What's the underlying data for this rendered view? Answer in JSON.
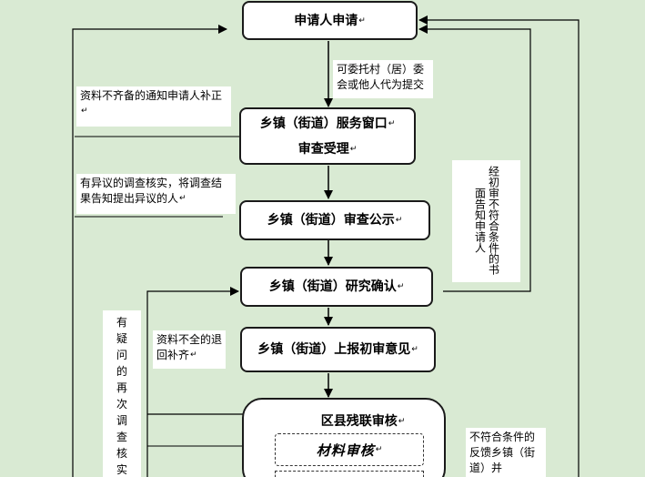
{
  "nodes": {
    "applicant": "申请人申请",
    "service_window_line1": "乡镇（街道）服务窗口",
    "service_window_line2": "审查受理",
    "publicity": "乡镇（街道）审查公示",
    "research": "乡镇（街道）研究确认",
    "report": "乡镇（街道）上报初审意见",
    "county": "区县残联审核",
    "material": "材料审核"
  },
  "notes": {
    "entrust": "可委托村（居）委会或他人代为提交",
    "incomplete_notify": "资料不齐备的通知申请人补正",
    "objection": "有异议的调查核实，将调查结果告知提出异议的人",
    "incomplete_return": "资料不全的退回补齐",
    "doubt_reinvestigate": "有疑问的再次调查核实",
    "initial_reject": "经初审不符合条件的书面告知申请人",
    "reject_feedback": "不符合条件的反馈乡镇（街道）并"
  },
  "marks": {
    "para": "↵"
  }
}
